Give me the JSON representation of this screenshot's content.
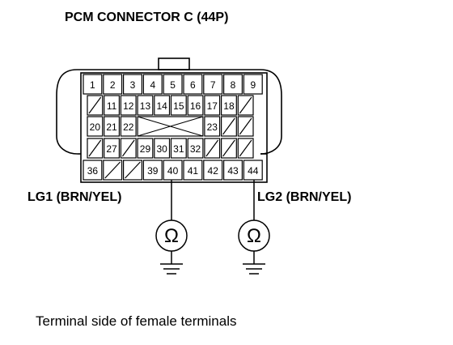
{
  "title": "PCM CONNECTOR C (44P)",
  "caption": "Terminal side of female terminals",
  "labels": {
    "lg1": "LG1 (BRN/YEL)",
    "lg2": "LG2 (BRN/YEL)"
  },
  "ohm_symbol": "Ω",
  "rows": [
    [
      "1",
      "2",
      "3",
      "4",
      "5",
      "6",
      "7",
      "8",
      "9"
    ],
    [
      "/",
      "11",
      "12",
      "13",
      "14",
      "15",
      "16",
      "17",
      "18",
      "/"
    ],
    [
      "20",
      "21",
      "22",
      "X",
      "X",
      "X",
      "X",
      "23",
      "/",
      "/"
    ],
    [
      "/",
      "27",
      "/",
      "29",
      "30",
      "31",
      "32",
      "/",
      "/",
      "/"
    ],
    [
      "36",
      "/",
      "/",
      "39",
      "40",
      "41",
      "42",
      "43",
      "44"
    ]
  ],
  "probe_terminals": [
    "40",
    "44"
  ]
}
